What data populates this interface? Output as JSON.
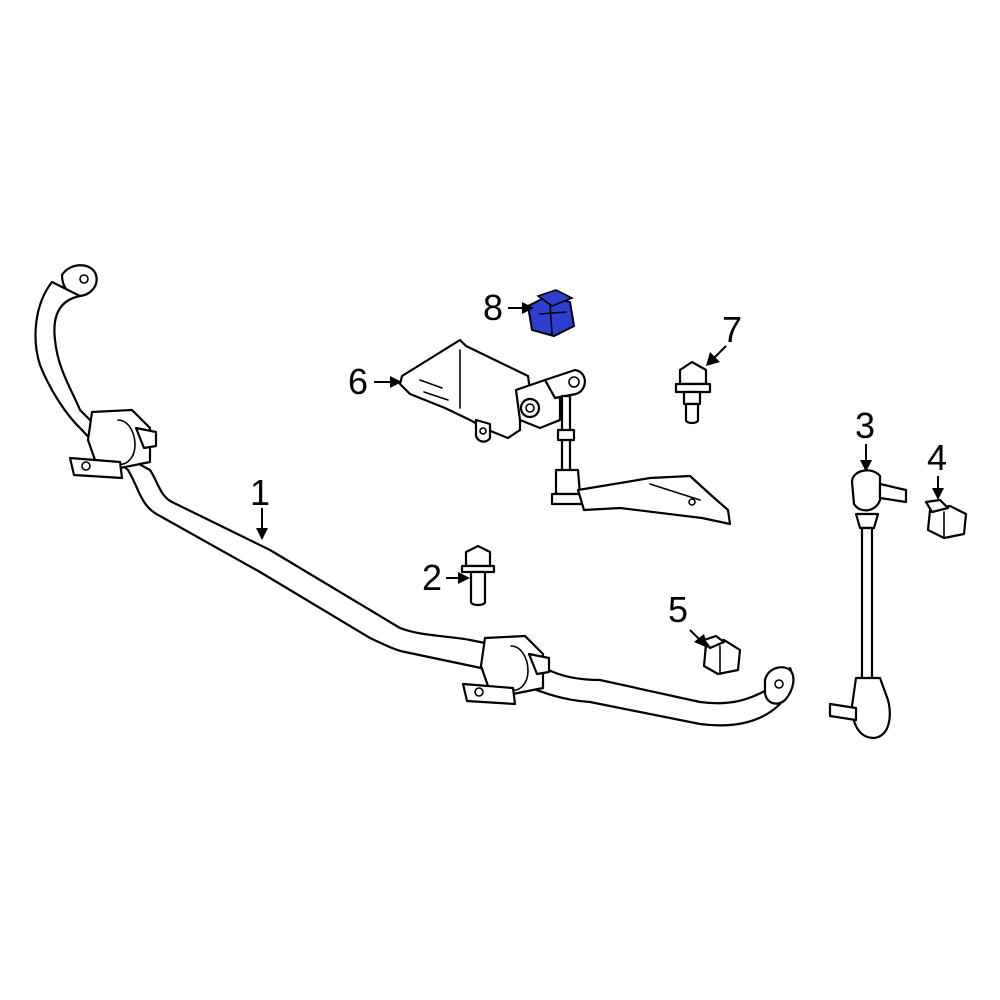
{
  "diagram": {
    "callouts": [
      {
        "id": "1",
        "label": "1"
      },
      {
        "id": "2",
        "label": "2"
      },
      {
        "id": "3",
        "label": "3"
      },
      {
        "id": "4",
        "label": "4"
      },
      {
        "id": "5",
        "label": "5"
      },
      {
        "id": "6",
        "label": "6"
      },
      {
        "id": "7",
        "label": "7"
      },
      {
        "id": "8",
        "label": "8"
      }
    ],
    "highlight_color": "#2d3fd0",
    "line_color": "#000000",
    "background": "#ffffff"
  }
}
